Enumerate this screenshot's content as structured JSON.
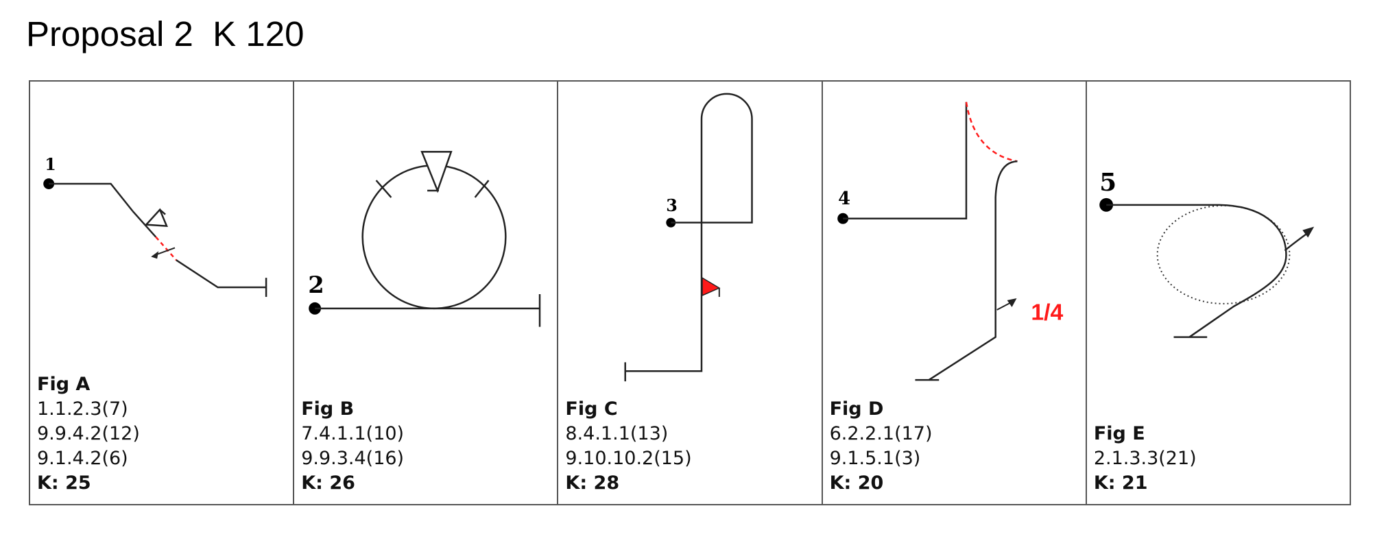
{
  "page": {
    "title": "Proposal 2  K 120"
  },
  "figures": [
    {
      "label": "Fig A",
      "lines": [
        "1.1.2.3(7)",
        "9.9.4.2(12)",
        "9.1.4.2(6)"
      ],
      "k": "K: 25",
      "start": "1"
    },
    {
      "label": "Fig B",
      "lines": [
        "7.4.1.1(10)",
        "9.9.3.4(16)"
      ],
      "k": "K: 26",
      "start": "2"
    },
    {
      "label": "Fig C",
      "lines": [
        "8.4.1.1(13)",
        "9.10.10.2(15)"
      ],
      "k": "K: 28",
      "start": "3"
    },
    {
      "label": "Fig D",
      "lines": [
        "6.2.2.1(17)",
        "9.1.5.1(3)"
      ],
      "k": "K: 20",
      "start": "4",
      "annotation": "1/4"
    },
    {
      "label": "Fig E",
      "lines": [
        "2.1.3.3(21)"
      ],
      "k": "K: 21",
      "start": "5"
    }
  ],
  "colors": {
    "line": "#222222",
    "highlight": "#ff1a1a"
  }
}
